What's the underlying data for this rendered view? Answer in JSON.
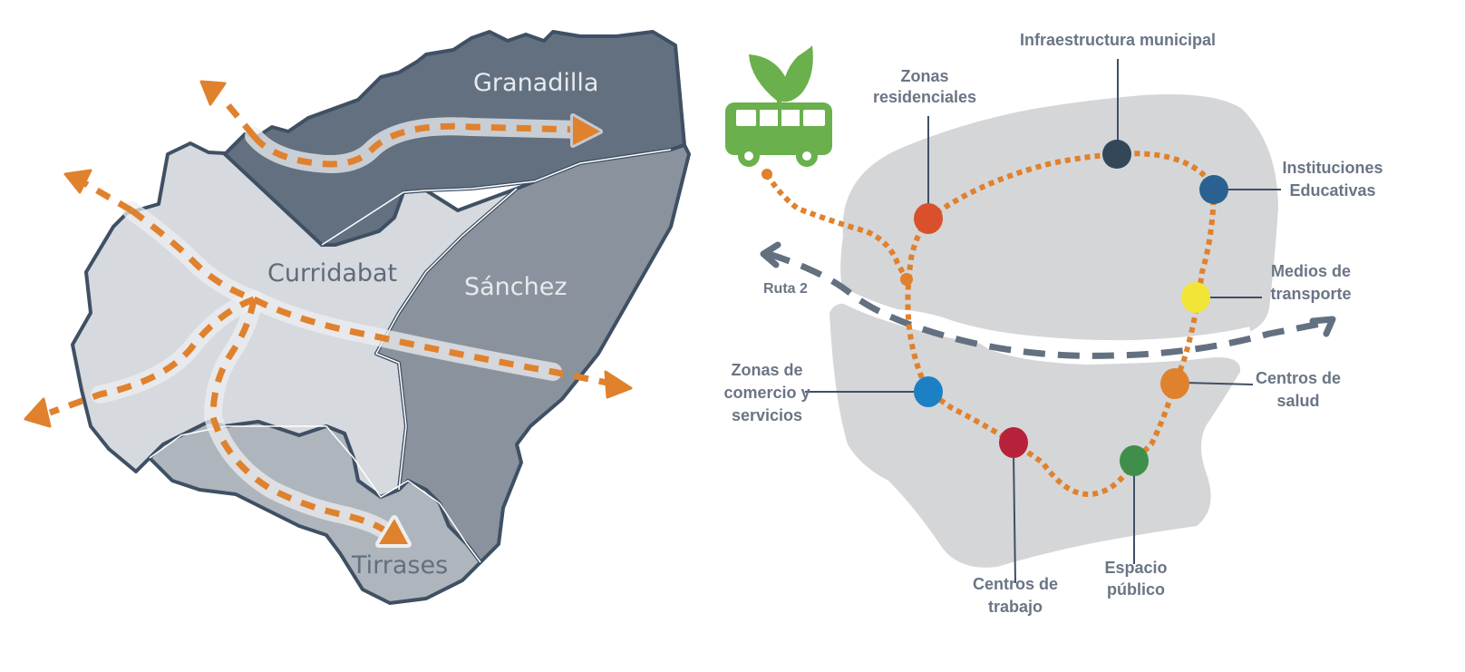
{
  "left_map": {
    "title": "Curridabat district map",
    "districts": [
      {
        "id": "granadilla",
        "label": "Granadilla",
        "fill": "#627080",
        "label_color": "#e8eaee"
      },
      {
        "id": "curridabat",
        "label": "Curridabat",
        "fill": "#d6d9dd",
        "label_color": "#5f6b7b"
      },
      {
        "id": "sanchez",
        "label": "Sánchez",
        "fill": "#8a939d",
        "label_color": "#e8eaee"
      },
      {
        "id": "tirrases",
        "label": "Tirrases",
        "fill": "#aeb5bd",
        "label_color": "#627080"
      }
    ],
    "border_color": "#3f5064",
    "route_color": "#e0812d",
    "route_halo_color": "#eceef0"
  },
  "right_diagram": {
    "icon": "eco-bus-icon",
    "icon_color": "#6ab04c",
    "zone_fill": "#d5d6d8",
    "loop_color": "#e0812d",
    "route2": {
      "label": "Ruta 2",
      "color": "#627080"
    },
    "points": [
      {
        "id": "zonas-residenciales",
        "label_lines": [
          "Zonas",
          "residenciales"
        ],
        "color": "#d9512c"
      },
      {
        "id": "infraestructura-municipal",
        "label_lines": [
          "Infraestructura municipal"
        ],
        "color": "#344759"
      },
      {
        "id": "instituciones-educativas",
        "label_lines": [
          "Instituciones",
          "Educativas"
        ],
        "color": "#2a6190"
      },
      {
        "id": "medios-transporte",
        "label_lines": [
          "Medios de",
          "transporte"
        ],
        "color": "#f1e637"
      },
      {
        "id": "centros-salud",
        "label_lines": [
          "Centros de",
          "salud"
        ],
        "color": "#e0812d"
      },
      {
        "id": "espacio-publico",
        "label_lines": [
          "Espacio",
          "público"
        ],
        "color": "#3f8f4a"
      },
      {
        "id": "centros-trabajo",
        "label_lines": [
          "Centros de",
          "trabajo"
        ],
        "color": "#b7223a"
      },
      {
        "id": "zonas-comercio",
        "label_lines": [
          "Zonas de",
          "comercio y",
          "servicios"
        ],
        "color": "#1b80c4"
      }
    ]
  }
}
